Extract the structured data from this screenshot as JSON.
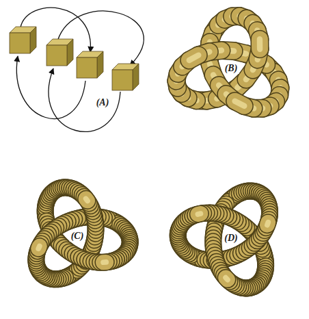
{
  "diagram": {
    "labels": [
      "(A)",
      "(B)",
      "(C)",
      "(D)"
    ]
  }
}
